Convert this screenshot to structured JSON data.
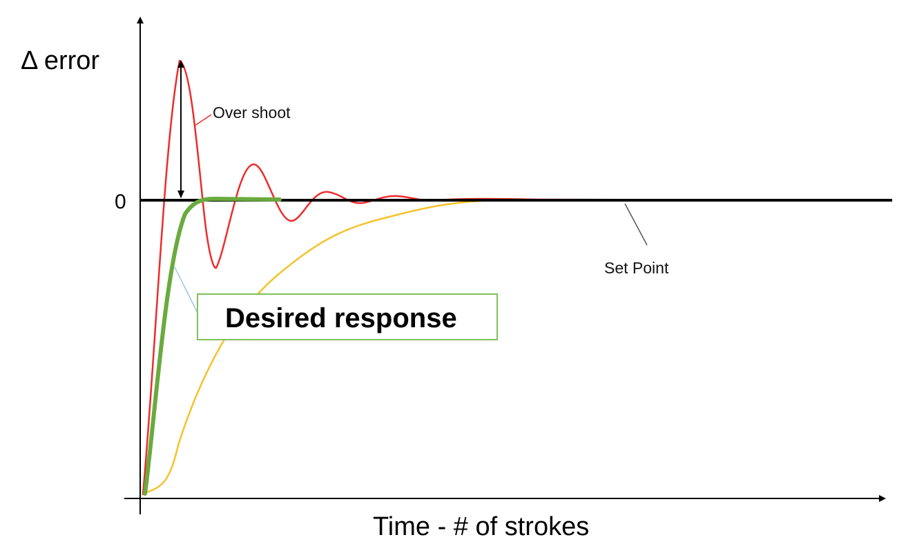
{
  "axes": {
    "y_label": "Δ error",
    "x_label": "Time - # of strokes",
    "zero_label": "0"
  },
  "annotations": {
    "overshoot": "Over shoot",
    "set_point": "Set Point",
    "desired_response": "Desired response"
  },
  "colors": {
    "axis": "#000000",
    "set_point_line": "#000000",
    "underdamped": "#ee2a2a",
    "overdamped": "#f5c22b",
    "desired": "#6aaa3e",
    "desired_box_border": "#7fbf5a",
    "leader_line_blue": "#9cc3e6",
    "leader_line_gray": "#555555"
  },
  "curves": [
    {
      "color_key": "underdamped"
    },
    {
      "color_key": "overdamped"
    },
    {
      "color_key": "desired"
    }
  ]
}
